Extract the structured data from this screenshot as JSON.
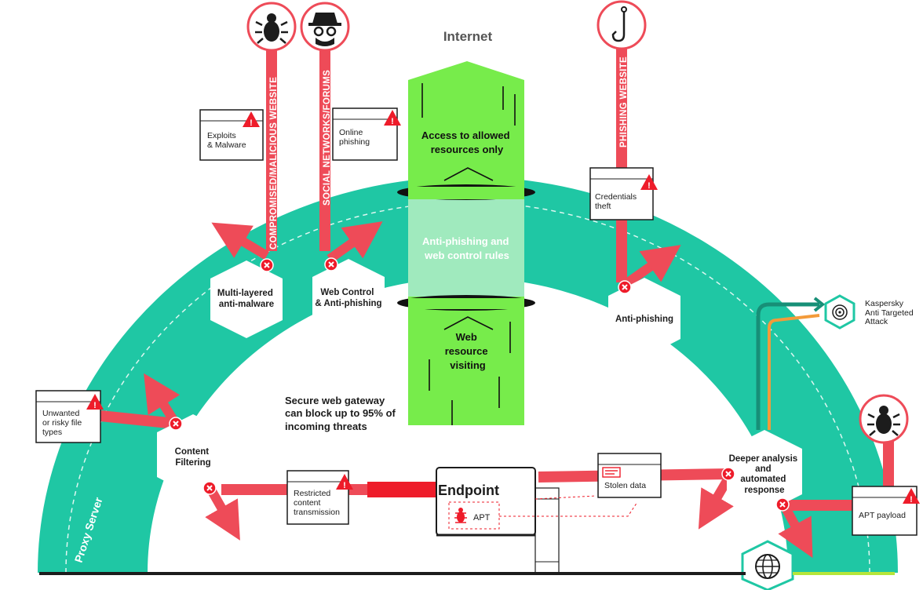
{
  "header": {
    "title": "Internet"
  },
  "threat_sources": [
    {
      "id": "malicious",
      "label": "COMPROMISED/MALICIOUS WEBSITE",
      "icon": "bug-icon"
    },
    {
      "id": "social",
      "label": "SOCIAL NETWORKS/FORUMS",
      "icon": "spy-icon"
    },
    {
      "id": "phishing",
      "label": "PHISHING WEBSITE",
      "icon": "fishhook-icon"
    }
  ],
  "threat_notes": {
    "exploits": [
      "Exploits",
      "& Malware"
    ],
    "online_phishing": [
      "Online",
      "phishing"
    ],
    "credentials": [
      "Credentials",
      "theft"
    ],
    "unwanted": [
      "Unwanted",
      "or risky file",
      "types"
    ],
    "restricted": [
      "Restricted",
      "content",
      "transmission"
    ],
    "stolen": [
      "Stolen data"
    ],
    "apt_payload": [
      "APT payload"
    ]
  },
  "protection_nodes": {
    "anti_malware": [
      "Multi-layered",
      "anti-malware"
    ],
    "web_control": [
      "Web Control",
      "& Anti-phishing"
    ],
    "anti_phishing": [
      "Anti-phishing"
    ],
    "content_filtering": [
      "Content",
      "Filtering"
    ],
    "deeper_analysis": [
      "Deeper analysis",
      "and",
      "automated",
      "response"
    ]
  },
  "tube": {
    "allowed": [
      "Access to allowed",
      "resources only"
    ],
    "rules": [
      "Anti-phishing and",
      "web control rules"
    ],
    "visiting": [
      "Web",
      "resource",
      "visiting"
    ]
  },
  "gateway_note": [
    "Secure web gateway",
    "can block up to 95% of",
    "incoming threats"
  ],
  "proxy_label": "Proxy Server",
  "endpoint": {
    "title": "Endpoint",
    "apt": "APT"
  },
  "kata": [
    "Kaspersky",
    "Anti Targeted",
    "Attack"
  ],
  "colors": {
    "teal": "#1fc7a4",
    "red": "#ee4b58",
    "green": "#77ec4b",
    "orange": "#f39b3a",
    "dark": "#1c1c1c"
  }
}
